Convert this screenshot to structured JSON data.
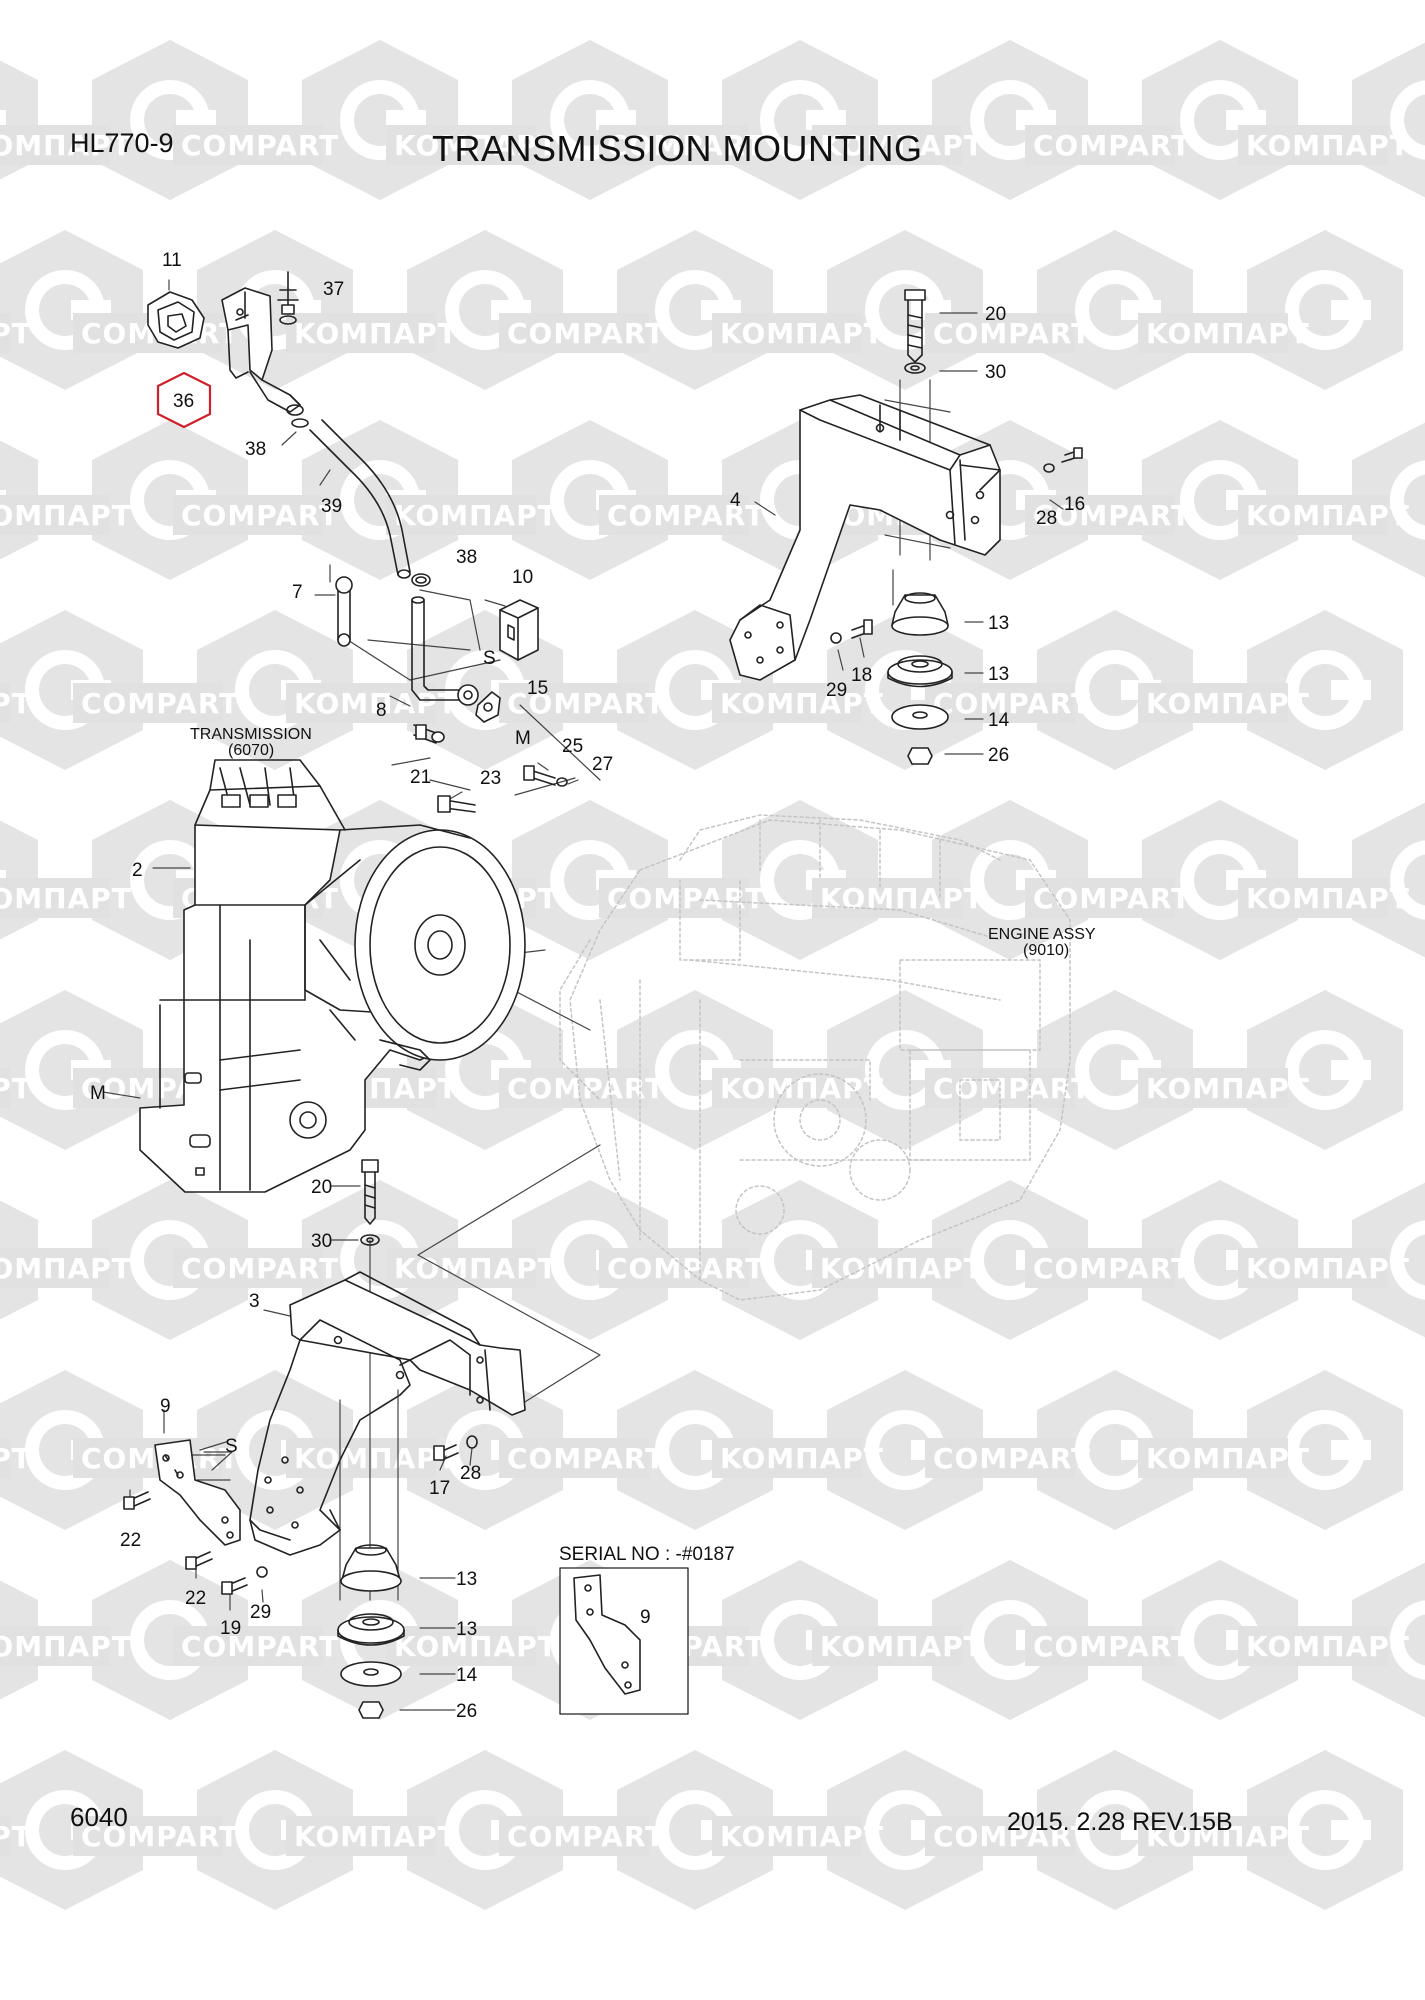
{
  "header": {
    "model": "HL770-9",
    "title": "TRANSMISSION MOUNTING"
  },
  "footer": {
    "page_number": "6040",
    "revision": "2015. 2.28  REV.15B"
  },
  "watermark": {
    "text_a": "KOMПAPT",
    "text_b": "COMPART"
  },
  "captions": {
    "transmission_name": "TRANSMISSION",
    "transmission_code": "(6070)",
    "engine_name": "ENGINE ASSY",
    "engine_code": "(9010)",
    "serial": "SERIAL NO : -#0187"
  },
  "highlighted_part": "36",
  "callouts": {
    "c11": "11",
    "c37": "37",
    "c36": "36",
    "c38a": "38",
    "c39": "39",
    "c38b": "38",
    "c7": "7",
    "c10": "10",
    "cS1": "S",
    "c8": "8",
    "c15": "15",
    "cM1": "M",
    "c21": "21",
    "c25": "25",
    "c27": "27",
    "c23": "23",
    "c2": "2",
    "cM2": "M",
    "c20a": "20",
    "c30a": "30",
    "c4": "4",
    "c16": "16",
    "c28a": "28",
    "c13a": "13",
    "c29a": "29",
    "c18": "18",
    "c13b": "13",
    "c14a": "14",
    "c26a": "26",
    "c20b": "20",
    "c30b": "30",
    "c3": "3",
    "c9a": "9",
    "cS2": "S",
    "c17": "17",
    "c28b": "28",
    "c22a": "22",
    "c22b": "22",
    "c19": "19",
    "c29b": "29",
    "c13c": "13",
    "c13d": "13",
    "c14b": "14",
    "c26b": "26",
    "c9b": "9"
  },
  "colors": {
    "watermark_gray": "#e1e1e1",
    "highlight_red": "#d0202a",
    "line_dark": "#222222",
    "line_dotted": "#c8c8c8"
  }
}
